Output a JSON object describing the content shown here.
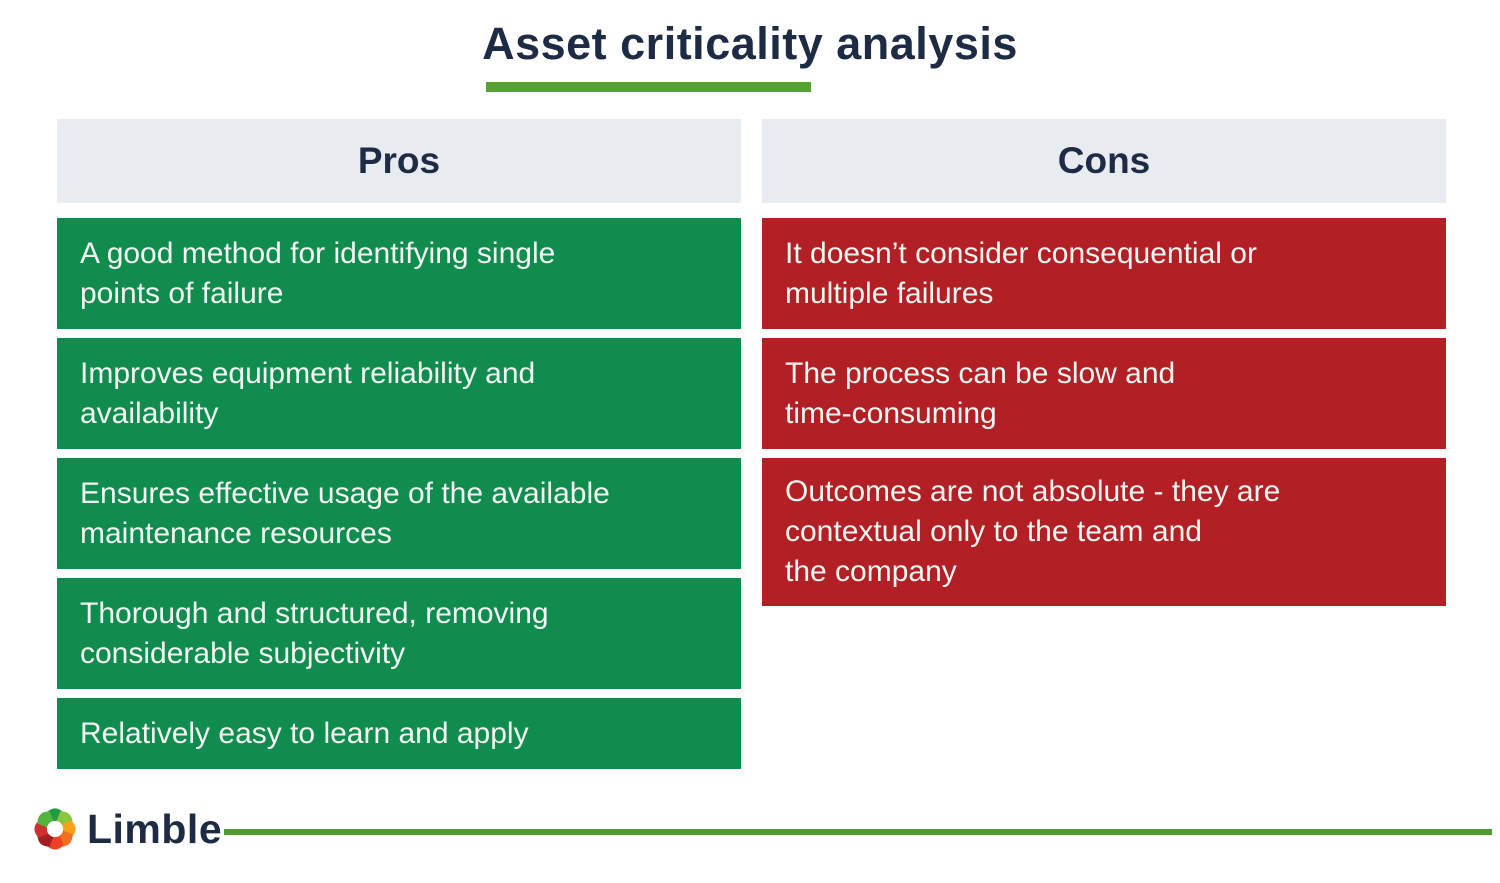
{
  "title": "Asset criticality analysis",
  "columns": {
    "pros": {
      "header": "Pros",
      "items": [
        "A good method for identifying single\npoints of failure",
        "Improves equipment reliability and\navailability",
        "Ensures effective usage of the available\nmaintenance resources",
        "Thorough and structured, removing\nconsiderable subjectivity",
        "Relatively easy to learn and apply"
      ]
    },
    "cons": {
      "header": "Cons",
      "items": [
        "It doesn’t consider consequential or\nmultiple failures",
        "The process can be slow and\ntime-consuming",
        "Outcomes are not absolute - they are\ncontextual only to the team and\nthe company"
      ]
    }
  },
  "footer": {
    "brand": "Limble"
  },
  "colors": {
    "pro_green": "#0f8c4e",
    "con_red": "#b21f24",
    "header_bg": "#e8ebf0",
    "navy": "#1d2b45",
    "accent_green": "#55a32d",
    "line_green": "#4f9c2e",
    "box_text": "#f2f7f3"
  },
  "logo_colors": [
    "#1e9b43",
    "#8cc63f",
    "#f9a01b",
    "#f37021",
    "#ef4123",
    "#a51e22",
    "#d12f2f",
    "#52b43c"
  ]
}
